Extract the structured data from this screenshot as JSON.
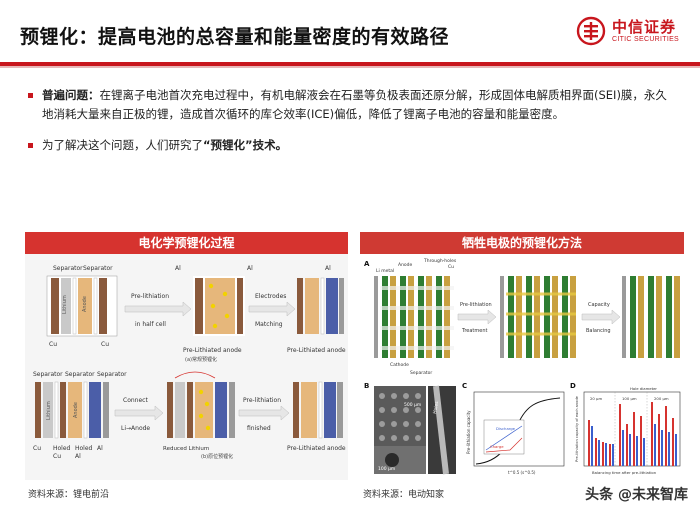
{
  "header": {
    "title": "预锂化：提高电池的总容量和能量密度的有效路径",
    "logo_cn": "中信证券",
    "logo_en": "CITIC SECURITIES"
  },
  "bullets": [
    {
      "lead": "普遍问题：",
      "text": "在锂离子电池首次充电过程中，有机电解液会在石墨等负极表面还原分解，形成固体电解质相界面(SEI)膜，永久地消耗大量来自正极的锂，造成首次循环的库仑效率(ICE)偏低，降低了锂离子电池的容量和能量密度。"
    },
    {
      "lead": "",
      "text_before": "为了解决这个问题，人们研究了",
      "emph": "“预锂化”",
      "text_after": "技术。"
    }
  ],
  "left_panel": {
    "title": "电化学预锂化过程",
    "labels": {
      "separator": "Separator",
      "lithium": "Lithium",
      "anode": "Anode",
      "cu": "Cu",
      "al": "Al",
      "pre_lithiation_half": "Pre-lithiation",
      "in_half_cell": "in half cell",
      "electrodes": "Electrodes",
      "matching": "Matching",
      "pre_lithiated_anode": "Pre-Lithiated anode",
      "caption_a": "(a)常规预锂化",
      "holed": "Holed",
      "holed_cu": "Cu",
      "connect": "Connect",
      "li_anode": "Li→Anode",
      "pre_lithiation": "Pre-lithiation",
      "finished": "finished",
      "reduced_lithium": "Reduced Lithium",
      "caption_b": "(b)原位预锂化"
    },
    "source": "资料来源：锂电前沿"
  },
  "right_panel": {
    "title": "牺牲电极的预锂化方法",
    "labels": {
      "A": "A",
      "B": "B",
      "C": "C",
      "D": "D",
      "li_metal": "Li metal",
      "anode": "Anode",
      "through_holes": "Through-holes",
      "cu": "Cu",
      "cathode": "Cathode",
      "separator": "Separator",
      "pre_lithiation": "Pre-lithiation",
      "treatment": "Treatment",
      "capacity": "Capacity",
      "balancing": "Balancing",
      "scale_500": "500 μm",
      "scale_100": "100 μm",
      "holes": "Holes",
      "c_ylabel": "Pre-lithiation capacity",
      "c_xlabel": "t^0.5 (s^0.5)",
      "discharge": "Discharge",
      "charge": "Charge",
      "d_ylabel": "Pre-lithiation capacity of each anode",
      "d_xlabel": "Balancing time after pre-lithiation",
      "hole_diameter": "Hole diameter",
      "d20": "20 μm",
      "d100": "100 μm",
      "d200": "200 μm"
    },
    "source": "资料来源：电动知家"
  },
  "watermark": "头条 @未来智库"
}
